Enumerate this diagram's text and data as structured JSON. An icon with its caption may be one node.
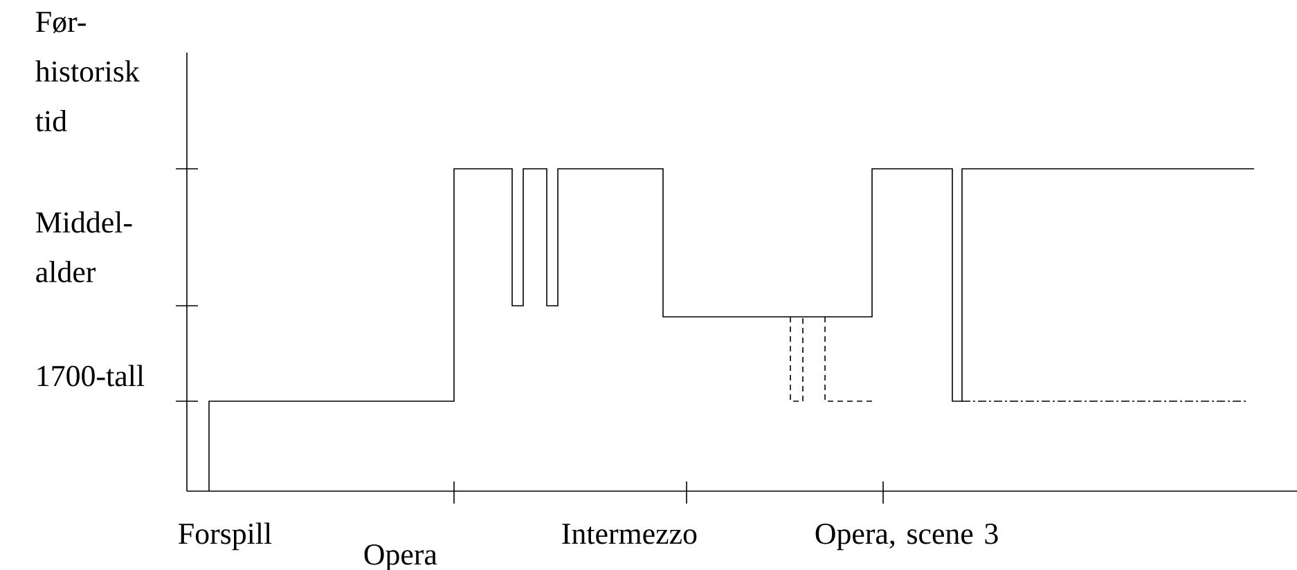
{
  "diagram": {
    "labels": [
      "Før- historisk tid",
      "Middel- alder",
      "1700-tall",
      "Forspill",
      "Opera",
      "Intermezzo",
      "Opera, scene 3"
    ]
  }
}
